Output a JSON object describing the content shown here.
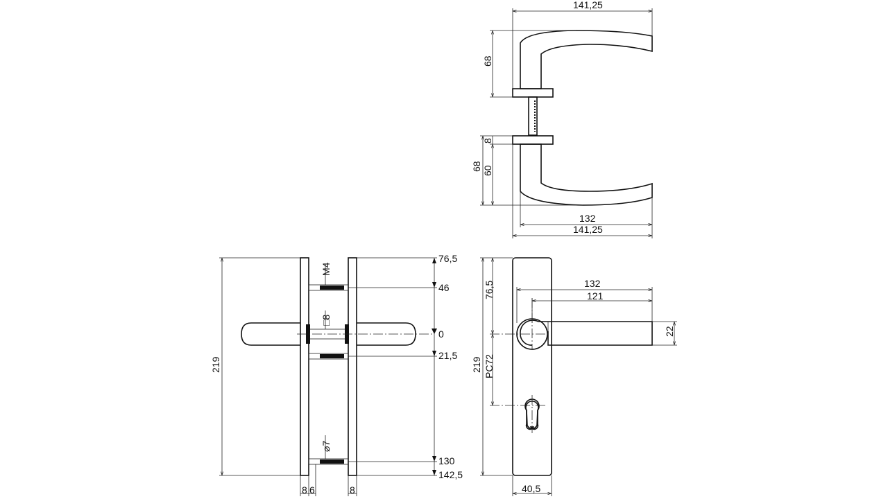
{
  "top_view": {
    "width_top": "141,25",
    "height_upper": "68",
    "rose_thickness": "8",
    "height_lower_outer": "68",
    "height_lower_inner": "60",
    "width_inner": "132",
    "width_outer": "141,25"
  },
  "side_view": {
    "total_height": "219",
    "thread_label": "M4",
    "square_label": "□8",
    "diameter_label": "⌀7",
    "dim_top": "76,5",
    "dim_screw1": "46",
    "dim_zero": "0",
    "dim_screw2": "21,5",
    "dim_screw3": "130",
    "dim_bottom": "142,5",
    "dim_plate_left": "8",
    "dim_gap": "6",
    "dim_plate_right": "8"
  },
  "front_view": {
    "height_top": "76,5",
    "total_height": "219",
    "pc_label": "PC72",
    "lever_length_outer": "132",
    "lever_length_inner": "121",
    "lever_height": "22",
    "plate_width": "40,5"
  }
}
